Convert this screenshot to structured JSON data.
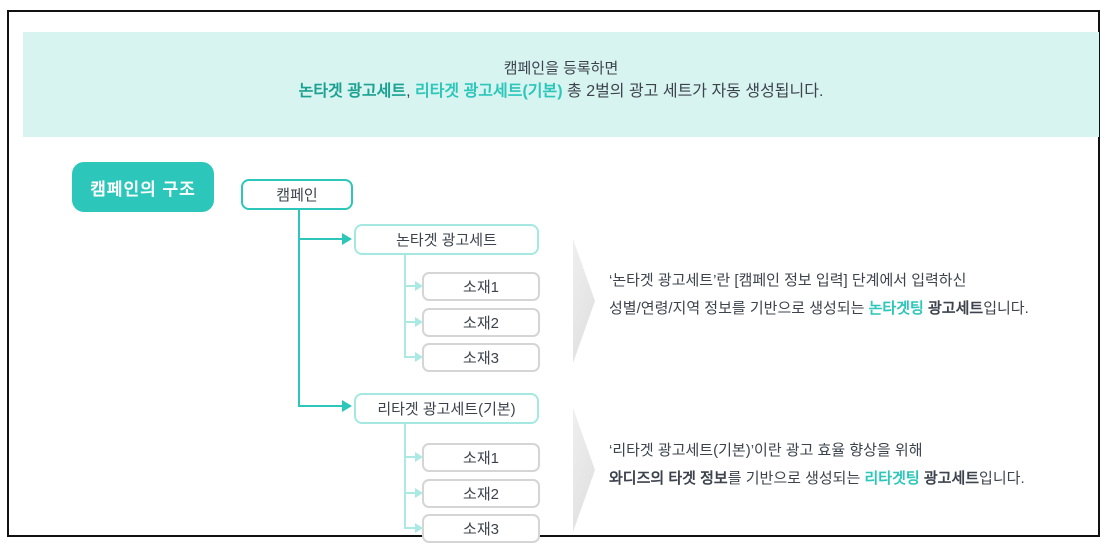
{
  "banner": {
    "line1": "캠페인을 등록하면",
    "line2_teal_dark": "논타겟 광고세트",
    "line2_comma": ", ",
    "line2_teal": "리타겟 광고세트(기본)",
    "line2_rest": " 총 2벌의 광고 세트가 자동 생성됩니다."
  },
  "diagram": {
    "badge_label": "캠페인의 구조",
    "campaign_label": "캠페인",
    "nontarget_adset_label": "논타겟 광고세트",
    "retarget_adset_label": "리타겟 광고세트(기본)",
    "materials1": [
      "소재1",
      "소재2",
      "소재3"
    ],
    "materials2": [
      "소재1",
      "소재2",
      "소재3"
    ]
  },
  "descriptions": {
    "nontarget": {
      "line1": "‘논타겟 광고세트’란 [캠페인 정보 입력] 단계에서 입력하신",
      "line2_prefix": "성별/연령/지역 정보를 기반으로 생성되는 ",
      "line2_teal": "논타겟팅",
      "line2_bold": " 광고세트",
      "line2_suffix": "입니다."
    },
    "retarget": {
      "line1": "‘리타겟 광고세트(기본)’이란 광고 효율 향상을 위해",
      "line2_bold_prefix": "와디즈의 타겟 정보",
      "line2_mid": "를 기반으로 생성되는 ",
      "line2_teal": "리타겟팅",
      "line2_bold": " 광고세트",
      "line2_suffix": "입니다."
    }
  },
  "colors": {
    "accent_teal": "#2cc6ba",
    "accent_teal_dark": "#1ba192",
    "light_teal_border": "#a5e8e1",
    "light_teal_line": "#abeae3",
    "banner_background": "#d8f4f0",
    "text_dark": "#3c434d",
    "gray_box_border": "#d5d5d5",
    "chevron_gray": "#e3e3e3",
    "frame_border": "#111111"
  }
}
